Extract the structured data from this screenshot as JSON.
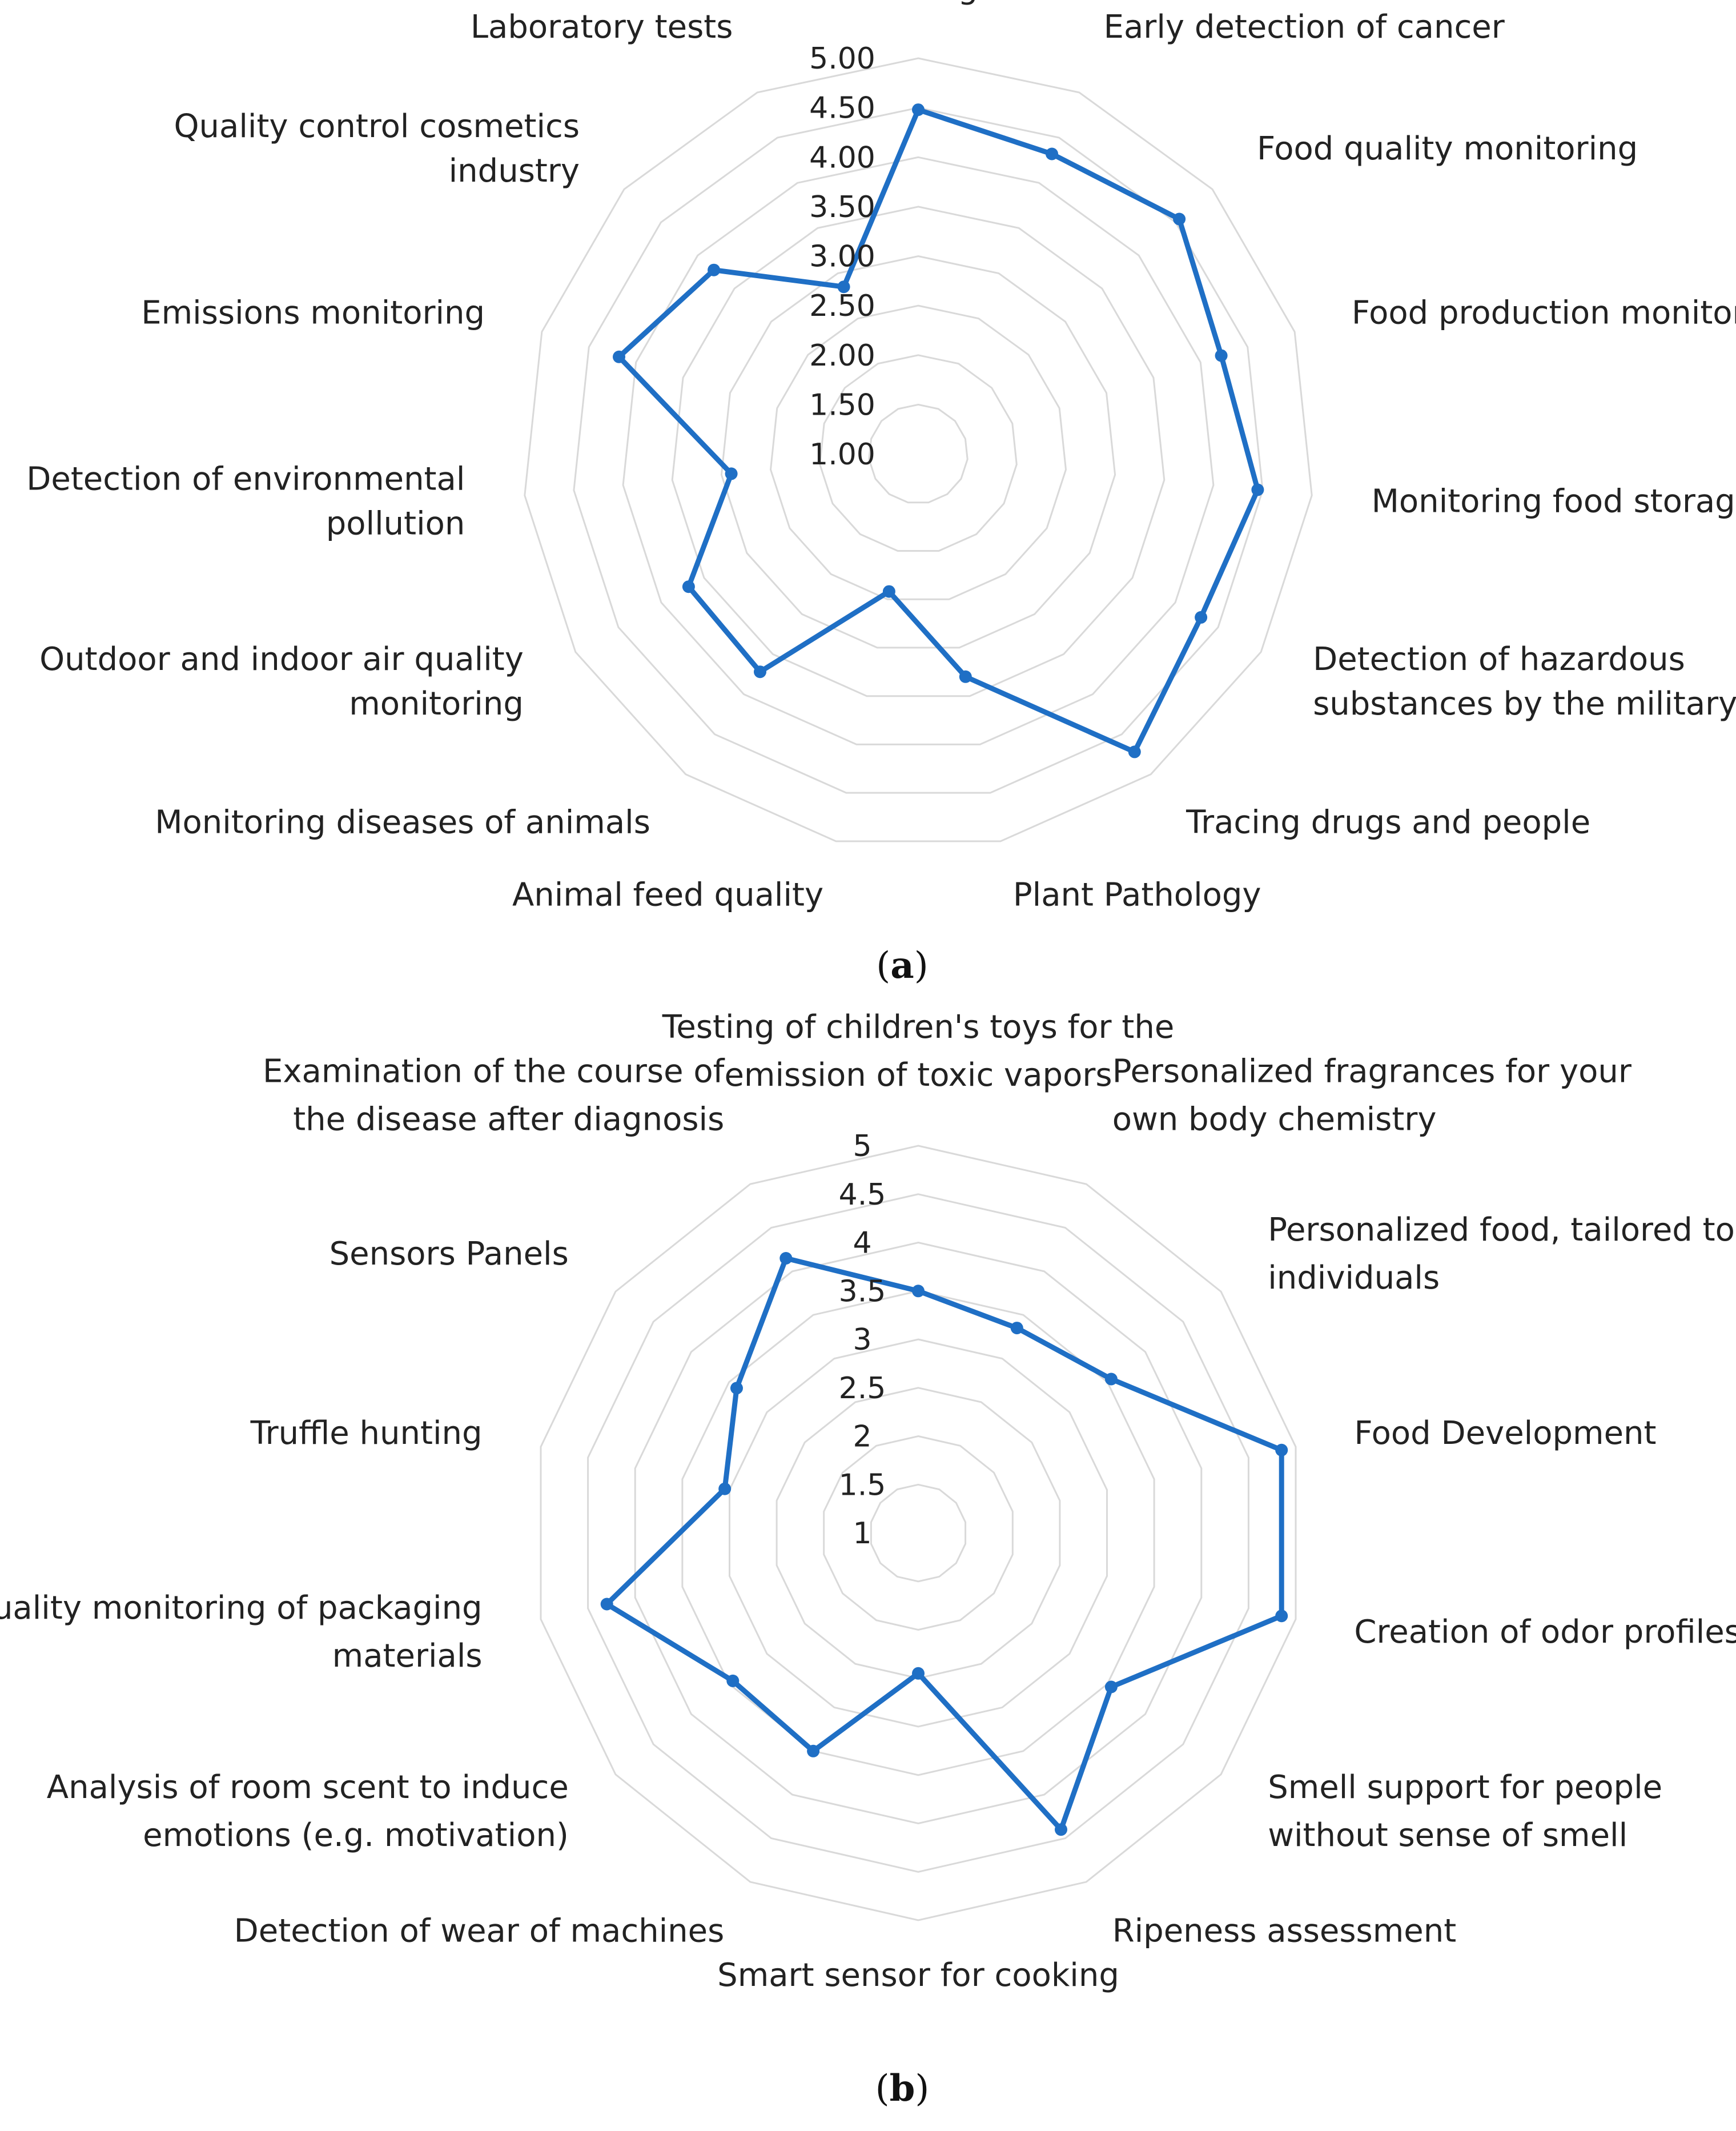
{
  "chart_data": [
    {
      "type": "radar",
      "panel_label": "a",
      "categories": [
        "Medical diagnosis",
        "Early detection of cancer",
        "Food quality monitoring",
        "Food production monitoring",
        "Monitoring food storage",
        "Detection of hazardous substances by the military",
        "Tracing drugs and people",
        "Plant Pathology",
        "Animal feed quality",
        "Monitoring diseases of animals",
        "Outdoor and indoor air quality monitoring",
        "Detection of environmental pollution",
        "Emissions monitoring",
        "Quality control cosmetics industry",
        "Laboratory tests"
      ],
      "category_lines": [
        [
          "Medical diagnosis"
        ],
        [
          "Early detection of cancer"
        ],
        [
          "Food quality monitoring"
        ],
        [
          "Food production monitoring"
        ],
        [
          "Monitoring food storage"
        ],
        [
          "Detection of hazardous",
          "substances by the military"
        ],
        [
          "Tracing drugs and people"
        ],
        [
          "Plant Pathology"
        ],
        [
          "Animal feed quality"
        ],
        [
          "Monitoring diseases of animals"
        ],
        [
          "Outdoor and indoor air quality",
          "monitoring"
        ],
        [
          "Detection of environmental",
          "pollution"
        ],
        [
          "Emissions monitoring"
        ],
        [
          "Quality control cosmetics",
          "industry"
        ],
        [
          "Laboratory tests"
        ]
      ],
      "values": [
        4.48,
        4.32,
        4.55,
        4.22,
        4.45,
        4.3,
        4.72,
        3.3,
        2.42,
        3.72,
        3.68,
        2.9,
        4.18,
        3.78,
        2.85
      ],
      "ylim": [
        1.0,
        5.0
      ],
      "ticks": [
        "1.00",
        "1.50",
        "2.00",
        "2.50",
        "3.00",
        "3.50",
        "4.00",
        "4.50",
        "5.00"
      ],
      "grid": true,
      "legend": "none",
      "line_color": "#1f6fc5",
      "grid_color": "#d9d9d9"
    },
    {
      "type": "radar",
      "panel_label": "b",
      "categories": [
        "Testing of children's toys for the emission of toxic vapors",
        "Personalized fragrances for your own body chemistry",
        "Personalized food, tailored to individuals",
        "Food Development",
        "Creation of odor profiles",
        "Smell support for people without sense of smell",
        "Ripeness assessment",
        "Smart sensor for cooking",
        "Detection of wear of machines",
        "Analysis of room scent to induce emotions (e.g. motivation)",
        "Quality monitoring of packaging materials",
        "Truffle hunting",
        "Sensors Panels",
        "Examination of the course of the disease after diagnosis"
      ],
      "category_lines": [
        [
          "Testing of children's toys for the",
          "emission of toxic vapors"
        ],
        [
          "Personalized fragrances for your",
          "own body chemistry"
        ],
        [
          "Personalized food, tailored to",
          "individuals"
        ],
        [
          "Food Development"
        ],
        [
          "Creation of odor profiles"
        ],
        [
          "Smell support for people",
          "without sense of smell"
        ],
        [
          "Ripeness assessment"
        ],
        [
          "Smart sensor for cooking"
        ],
        [
          "Detection of wear of machines"
        ],
        [
          "Analysis of room scent to induce",
          "emotions (e.g. motivation)"
        ],
        [
          "Quality monitoring of packaging",
          "materials"
        ],
        [
          "Truffle hunting"
        ],
        [
          "Sensors Panels"
        ],
        [
          "Examination of the course of",
          "the disease after diagnosis"
        ]
      ],
      "values": [
        3.5,
        3.35,
        3.55,
        4.85,
        4.85,
        3.55,
        4.4,
        2.45,
        3.5,
        3.45,
        4.3,
        3.05,
        3.4,
        4.15
      ],
      "ylim": [
        1,
        5
      ],
      "ticks": [
        "1",
        "1.5",
        "2",
        "2.5",
        "3",
        "3.5",
        "4",
        "4.5",
        "5"
      ],
      "grid": true,
      "legend": "none",
      "line_color": "#1f6fc5",
      "grid_color": "#d9d9d9"
    }
  ]
}
